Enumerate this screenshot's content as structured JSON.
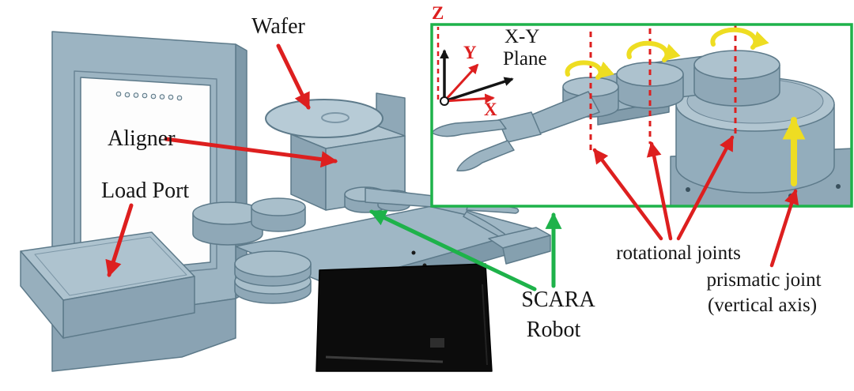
{
  "figure": {
    "labels": {
      "wafer": "Wafer",
      "aligner": "Aligner",
      "load_port": "Load Port",
      "scara_line1": "SCARA",
      "scara_line2": "Robot",
      "rotational_joints": "rotational joints",
      "prismatic_line1": "prismatic joint",
      "prismatic_line2": "(vertical axis)",
      "xy_plane_line1": "X-Y",
      "xy_plane_line2": "Plane",
      "axis_x": "X",
      "axis_y": "Y",
      "axis_z": "Z"
    },
    "colors": {
      "machine_body": "#9cb4c2",
      "machine_light": "#b2c6d1",
      "machine_dark": "#7e99a9",
      "machine_outline": "#5d7a8a",
      "annotation_red": "#dd1f1f",
      "annotation_green": "#1eb24a",
      "annotation_yellow": "#eedd22",
      "cabinet_black": "#0c0c0c",
      "background": "#ffffff"
    }
  }
}
